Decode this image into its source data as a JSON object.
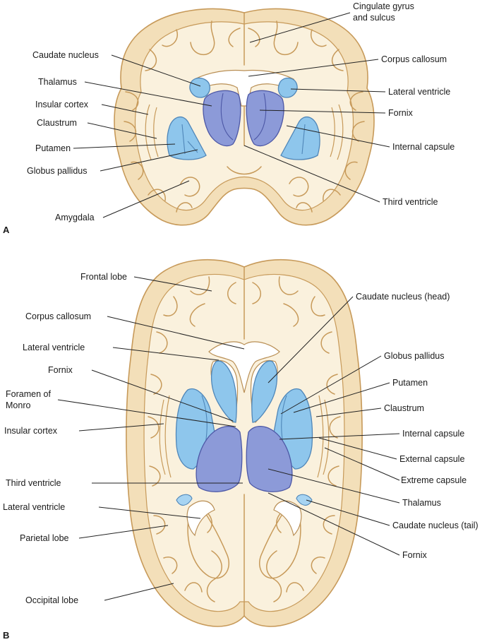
{
  "panel_a": {
    "letter": "A",
    "labels": {
      "cingulate_1": "Cingulate gyrus",
      "cingulate_2": "and sulcus",
      "caudate": "Caudate nucleus",
      "corpus_callosum": "Corpus callosum",
      "thalamus": "Thalamus",
      "lateral_ventricle": "Lateral ventricle",
      "insular_cortex": "Insular cortex",
      "fornix": "Fornix",
      "claustrum": "Claustrum",
      "putamen": "Putamen",
      "internal_capsule": "Internal capsule",
      "globus_pallidus": "Globus pallidus",
      "third_ventricle": "Third ventricle",
      "amygdala": "Amygdala"
    }
  },
  "panel_b": {
    "letter": "B",
    "labels": {
      "frontal_lobe": "Frontal lobe",
      "caudate_head": "Caudate nucleus (head)",
      "corpus_callosum": "Corpus callosum",
      "lateral_ventricle_top": "Lateral ventricle",
      "globus_pallidus": "Globus pallidus",
      "fornix_top": "Fornix",
      "putamen": "Putamen",
      "foramen_1": "Foramen of",
      "foramen_2": "Monro",
      "claustrum": "Claustrum",
      "insular_cortex": "Insular cortex",
      "internal_capsule": "Internal capsule",
      "external_capsule": "External capsule",
      "extreme_capsule": "Extreme capsule",
      "third_ventricle": "Third ventricle",
      "thalamus": "Thalamus",
      "lateral_ventricle_bottom": "Lateral ventricle",
      "caudate_tail": "Caudate nucleus (tail)",
      "parietal_lobe": "Parietal lobe",
      "fornix_bottom": "Fornix",
      "occipital_lobe": "Occipital lobe"
    }
  },
  "colors": {
    "cortex": "#f3dfb9",
    "cortex_line": "#c79a5a",
    "light_blue": "#8ec6ec",
    "purple": "#8c9ad8"
  }
}
